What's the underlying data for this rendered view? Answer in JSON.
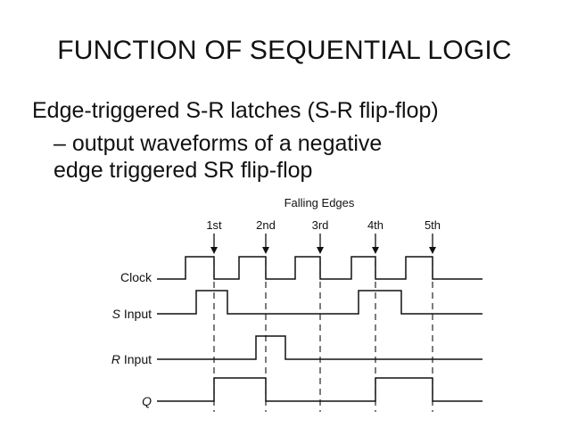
{
  "slide": {
    "title": "FUNCTION OF SEQUENTIAL LOGIC",
    "bullet": "Edge-triggered S-R latches (S-R flip-flop)",
    "sub_bullet_line1": "– output waveforms of a negative",
    "sub_bullet_line2": "edge triggered SR flip-flop"
  },
  "diagram": {
    "header": "Falling Edges",
    "edge_labels": [
      "1st",
      "2nd",
      "3rd",
      "4th",
      "5th"
    ],
    "signal_labels": {
      "clock": "Clock",
      "s_input_letter": "S",
      "s_input_word": " Input",
      "r_input_letter": "R",
      "r_input_word": " Input",
      "q": "Q"
    }
  }
}
